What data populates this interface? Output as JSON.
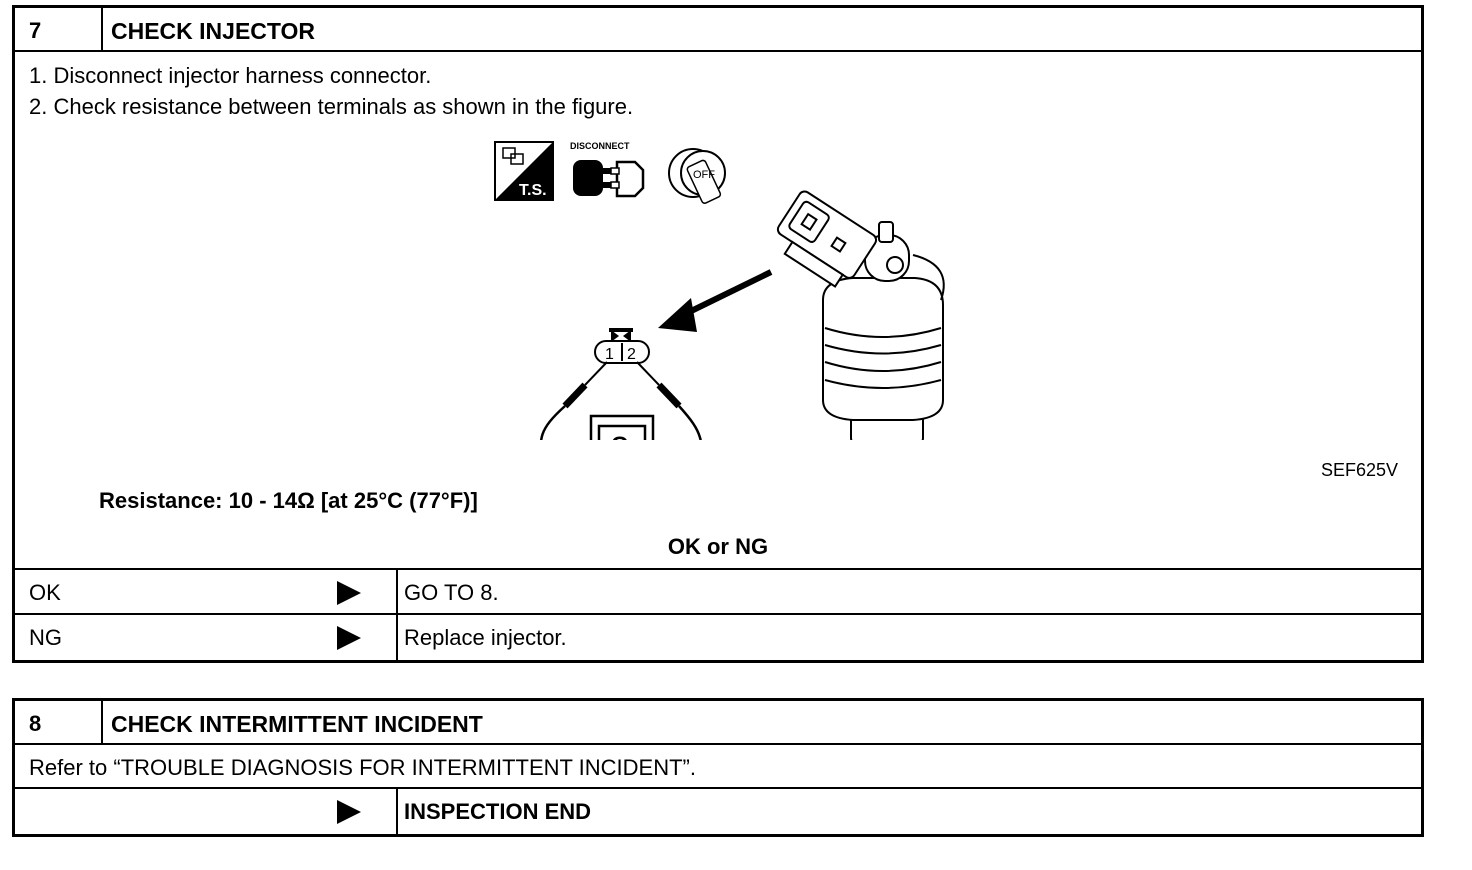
{
  "step7": {
    "number": "7",
    "title": "CHECK INJECTOR",
    "steps": [
      "1.  Disconnect injector harness connector.",
      "2.  Check resistance between terminals as shown in the figure."
    ],
    "figure": {
      "ts_label": "T.S.",
      "disconnect_label": "DISCONNECT",
      "key_label": "OFF",
      "terminal_1": "1",
      "terminal_2": "2",
      "meter_symbol": "Ω",
      "code": "SEF625V"
    },
    "resistance_spec": "Resistance: 10 - 14Ω [at 25°C (77°F)]",
    "ok_or_ng": "OK or NG",
    "results": [
      {
        "label": "OK",
        "action": "GO TO 8."
      },
      {
        "label": "NG",
        "action": "Replace injector."
      }
    ]
  },
  "step8": {
    "number": "8",
    "title": "CHECK INTERMITTENT INCIDENT",
    "instruction": "Refer to “TROUBLE DIAGNOSIS FOR INTERMITTENT INCIDENT”.",
    "result": {
      "label": "",
      "action": "INSPECTION END"
    }
  }
}
